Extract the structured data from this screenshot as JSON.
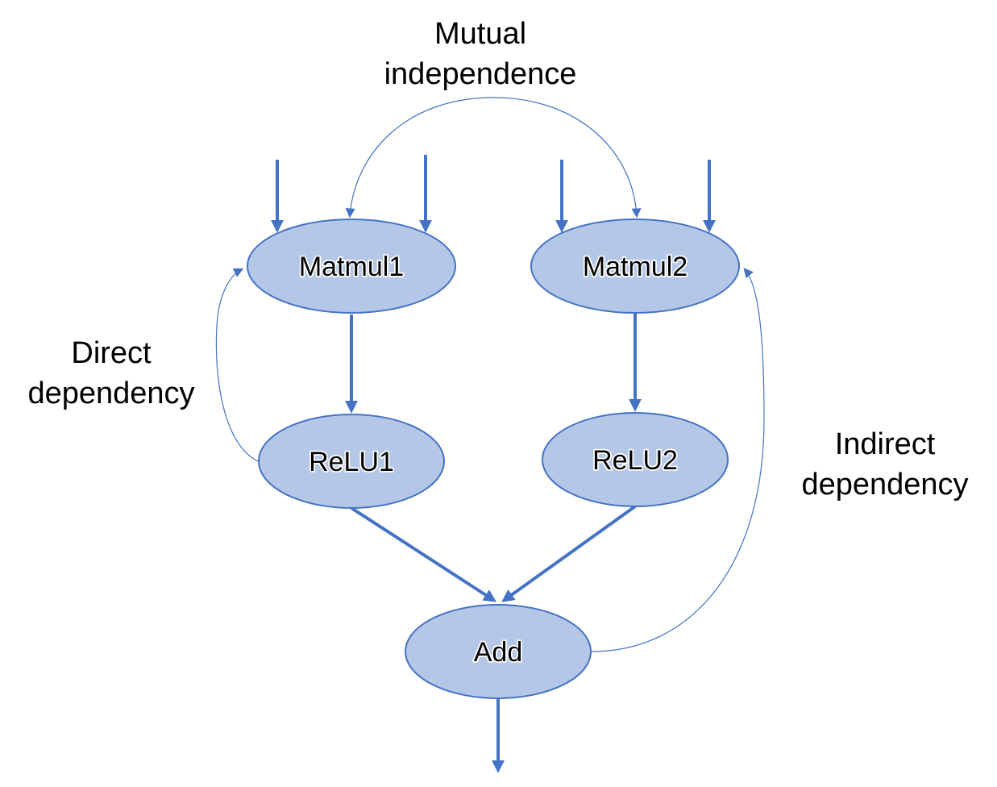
{
  "colors": {
    "node_fill": "#b4c7e7",
    "node_stroke": "#4472c4",
    "edge": "#4472c4",
    "text": "#000000"
  },
  "nodes": {
    "matmul1": "Matmul1",
    "matmul2": "Matmul2",
    "relu1": "ReLU1",
    "relu2": "ReLU2",
    "add": "Add"
  },
  "annotations": {
    "mutual": [
      "Mutual",
      "independence"
    ],
    "direct": [
      "Direct",
      "dependency"
    ],
    "indirect": [
      "Indirect",
      "dependency"
    ]
  }
}
